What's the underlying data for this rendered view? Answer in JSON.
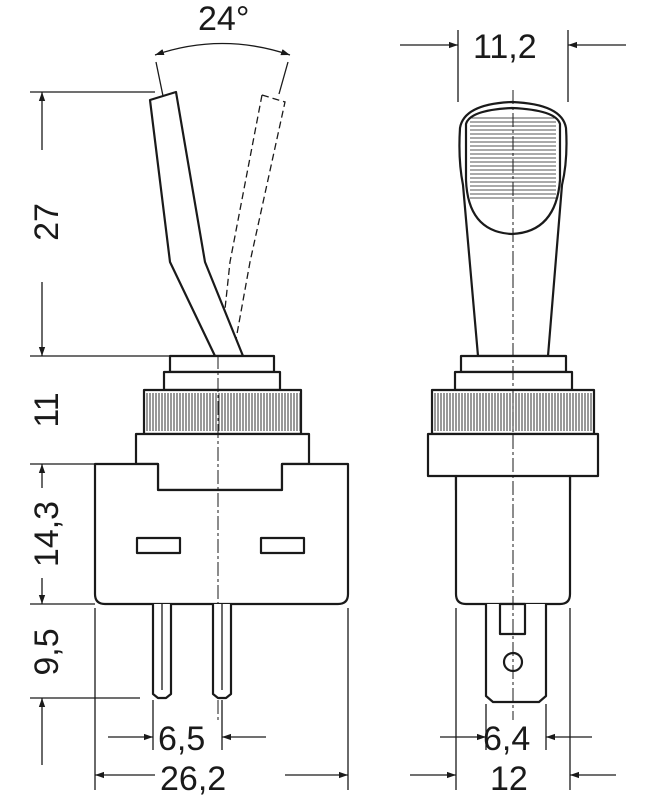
{
  "figure": {
    "dimensions": {
      "angle": "24°",
      "head_width": "11,2",
      "lever_height": "27",
      "bezel_height": "11",
      "body_height": "14,3",
      "pin_length": "9,5",
      "pin_spacing": "6,5",
      "body_width": "26,2",
      "tab_width": "6,4",
      "side_width": "12"
    }
  }
}
